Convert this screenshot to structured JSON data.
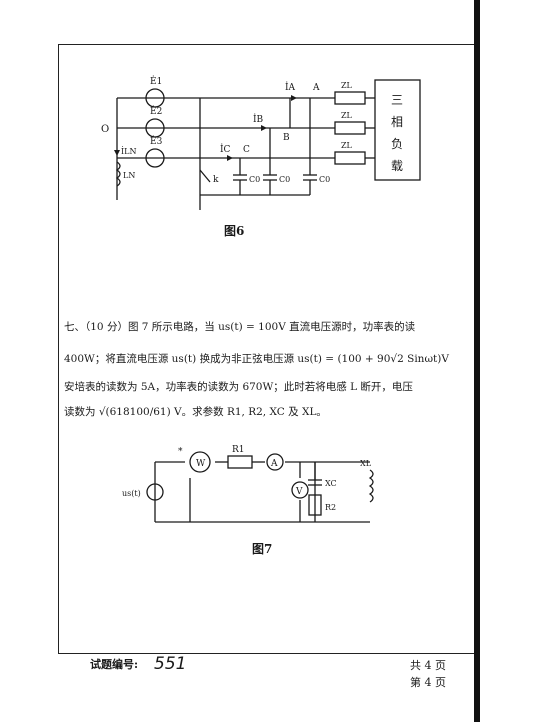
{
  "figure6": {
    "caption": "图6",
    "labels": {
      "e1": "Ė1",
      "e2": "Ė2",
      "e3": "Ė3",
      "neutral": "O",
      "ia": "İA",
      "ib": "İB",
      "ic": "İC",
      "iln": "İLN",
      "ln": "LN",
      "node_a": "A",
      "node_b": "B",
      "node_c": "C",
      "zl": "ZL",
      "k": "k",
      "c0": "C0",
      "load": [
        "三",
        "相",
        "负",
        "载"
      ]
    }
  },
  "problem7": {
    "line1": "七、（10 分）图 7 所示电路，当 us(t) = 100V 直流电压源时，功率表的读",
    "line2": "400W；将直流电压源 us(t) 换成为非正弦电压源 us(t) = (100 + 90√2 Sinωt)V",
    "line3": "安培表的读数为 5A，功率表的读数为 670W；此时若将电感 L 断开，电压",
    "line4": "读数为 √(618100/61) V。求参数 R1, R2, XC 及 XL。"
  },
  "figure7": {
    "caption": "图7",
    "labels": {
      "source": "us(t)",
      "wattmeter": "W",
      "ammeter": "A",
      "voltmeter": "V",
      "r1": "R1",
      "r2": "R2",
      "xc": "XC",
      "xl": "XL",
      "star": "*"
    }
  },
  "footer": {
    "exam_code_label": "试题编号:",
    "exam_code_value": "551",
    "total_pages": "共 4 页",
    "current_page": "第 4 页"
  }
}
